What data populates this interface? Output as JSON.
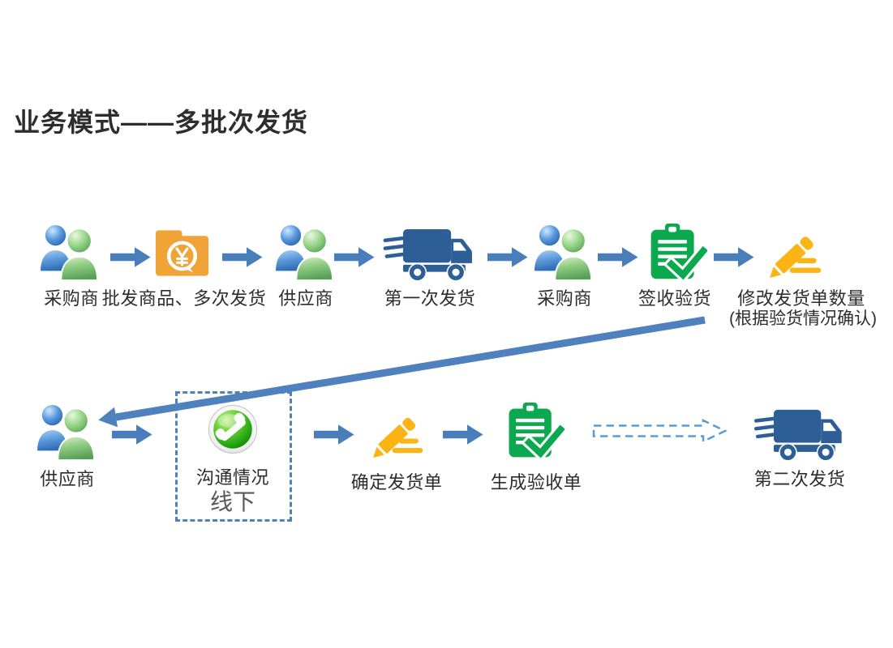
{
  "title": "业务模式——多批次发货",
  "row1": {
    "nodes": [
      {
        "icon": "buyers-icon",
        "label": "采购商"
      },
      {
        "icon": "folder-yuan-icon",
        "label": "批发商品、多次发货"
      },
      {
        "icon": "buyers-icon",
        "label": "供应商"
      },
      {
        "icon": "delivery-truck-icon",
        "label": "第一次发货"
      },
      {
        "icon": "buyers-icon",
        "label": "采购商"
      },
      {
        "icon": "clipboard-check-icon",
        "label": "签收验货"
      },
      {
        "icon": "pencil-edit-icon",
        "label": "修改发货单数量",
        "sublabel": "(根据验货情况确认)"
      }
    ]
  },
  "row2": {
    "nodes": [
      {
        "icon": "buyers-icon",
        "label": "供应商"
      },
      {
        "icon": "phone-icon",
        "label": "沟通情况",
        "sublabel": "线下"
      },
      {
        "icon": "pencil-edit-icon",
        "label": "确定发货单"
      },
      {
        "icon": "clipboard-check-icon",
        "label": "生成验收单"
      },
      {
        "icon": "delivery-truck-icon",
        "label": "第二次发货"
      }
    ]
  },
  "colors": {
    "arrow_blue": "#4A7EBB",
    "connector_blue": "#4E81BD",
    "dashed_arrow_blue": "#5B9BD5",
    "truck_blue": "#2D5F96",
    "folder_orange": "#F0A437",
    "pencil_yellow": "#FCB415",
    "clipboard_green": "#0CA84F",
    "phone_green": "#27A813",
    "text_dark": "#2D2D2D",
    "offline_gray": "#595959"
  }
}
